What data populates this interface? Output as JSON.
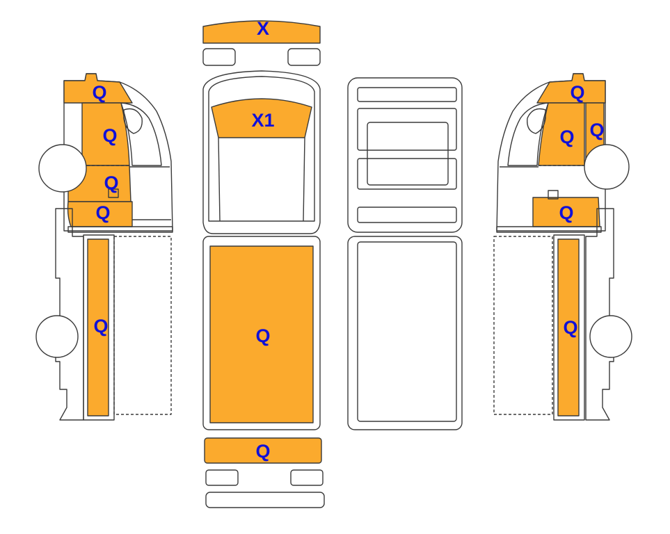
{
  "colors": {
    "marked_fill": "#FBAA2D",
    "outline": "#3a3a3a",
    "label": "#1010D8",
    "background": "#FFFFFF"
  },
  "front_bumper": {
    "label": "X"
  },
  "windshield": {
    "label": "X1"
  },
  "roof": {
    "label": "Q"
  },
  "rear_bumper": {
    "label": "Q"
  },
  "left_side": {
    "cab_top": {
      "label": "Q"
    },
    "front_door": {
      "label": "Q"
    },
    "door_lower": {
      "label": "Q"
    },
    "sill": {
      "label": "Q"
    },
    "box_side": {
      "label": "Q"
    }
  },
  "right_side": {
    "cab_top": {
      "label": "Q"
    },
    "front_door": {
      "label": "Q"
    },
    "door_edge": {
      "label": "Q"
    },
    "sill": {
      "label": "Q"
    },
    "box_side": {
      "label": "Q"
    }
  }
}
